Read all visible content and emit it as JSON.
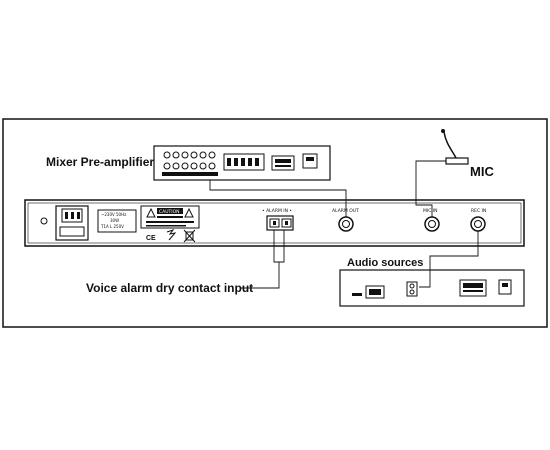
{
  "labels": {
    "mixer": "Mixer Pre-amplifier",
    "mic": "MIC",
    "audio_sources": "Audio sources",
    "voice_alarm": "Voice alarm dry contact input"
  },
  "panel": {
    "voltage_line1": "~230V  50Hz",
    "voltage_line2": "30W",
    "voltage_line3": "T1A L 250V",
    "caution": "CAUTION",
    "ce_mark": "CE",
    "alarm_in": "• ALARM IN •",
    "alarm_out": "ALARM OUT",
    "mic_in": "MIC IN",
    "rec_in": "REC IN"
  },
  "icons": {
    "power_socket": "power-inlet-icon",
    "caution_sign": "warning-triangle-icon",
    "ce": "ce-mark-icon",
    "weee": "crossed-bin-icon",
    "microphone": "gooseneck-microphone-icon"
  },
  "colors": {
    "line": "#111111",
    "background": "#ffffff"
  }
}
